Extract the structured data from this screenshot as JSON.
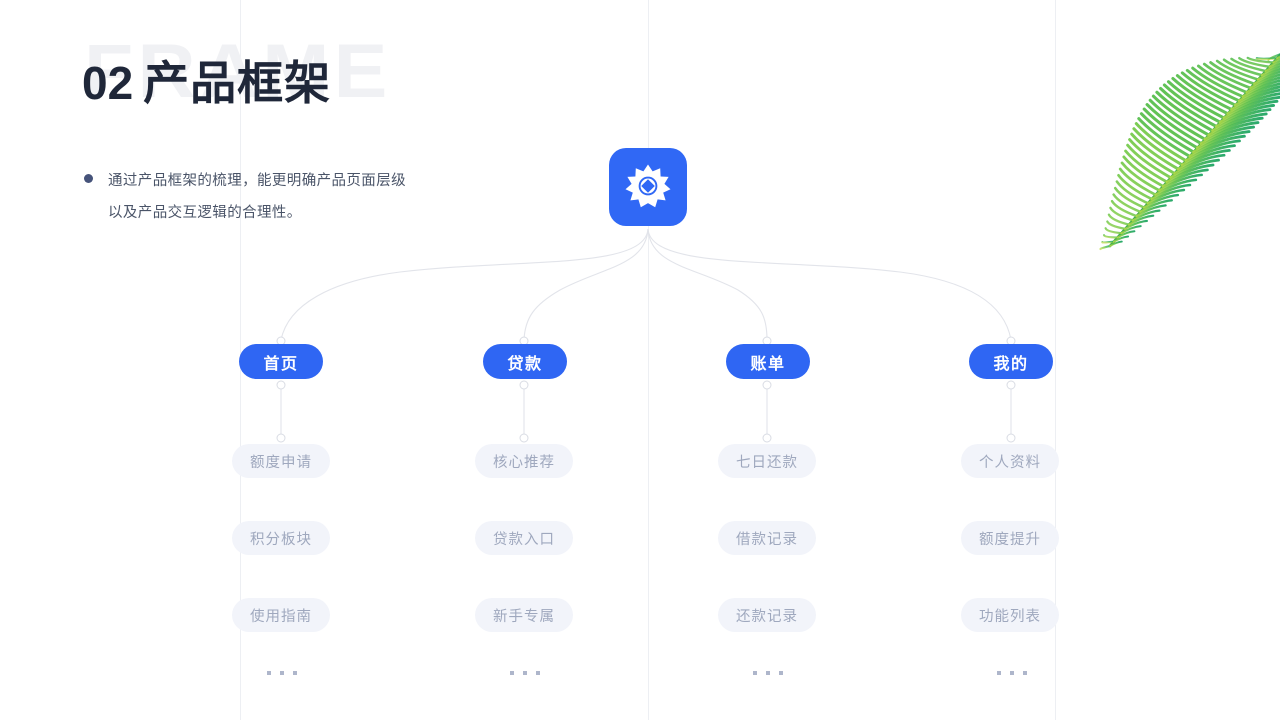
{
  "page": {
    "watermark": "FRAME",
    "section_number": "02",
    "title": "产品框架",
    "description": "通过产品框架的梳理，能更明确产品页面层级\n以及产品交互逻辑的合理性。",
    "accent_blue": "#2f66f3",
    "root_blue": "#3068f5",
    "pill_bg": "#f2f4fa",
    "pill_text": "#9fa8be",
    "title_color": "#1f2739",
    "watermark_color": "#f0f1f4",
    "guide_color": "#edeff3",
    "leaf_green": "#3cb043"
  },
  "root": {
    "icon": "gear-icon"
  },
  "columns": [
    {
      "label": "首页",
      "items": [
        "额度申请",
        "积分板块",
        "使用指南"
      ],
      "more": "..."
    },
    {
      "label": "贷款",
      "items": [
        "核心推荐",
        "贷款入口",
        "新手专属"
      ],
      "more": "..."
    },
    {
      "label": "账单",
      "items": [
        "七日还款",
        "借款记录",
        "还款记录"
      ],
      "more": "..."
    },
    {
      "label": "我的",
      "items": [
        "个人资料",
        "额度提升",
        "功能列表"
      ],
      "more": "..."
    }
  ]
}
